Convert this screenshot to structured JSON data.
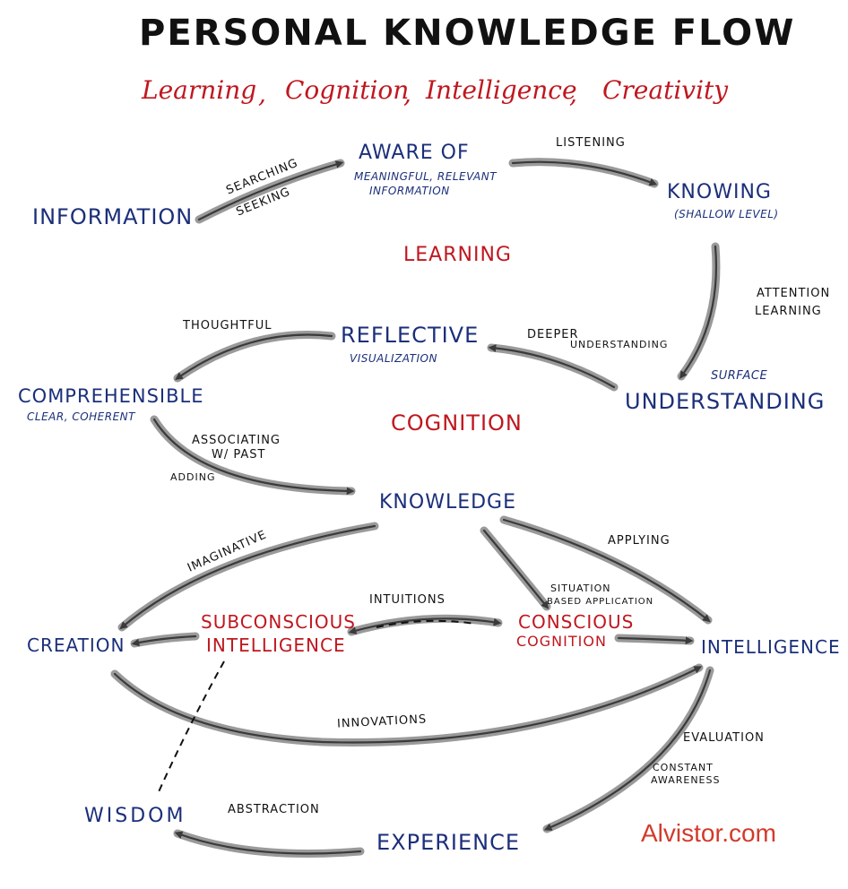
{
  "title": "PERSONAL KNOWLEDGE FLOW",
  "subtitle": {
    "items": [
      "Learning",
      ",",
      "Cognition",
      ",",
      "Intelligence",
      ",",
      "Creativity"
    ]
  },
  "sections": {
    "learning": "LEARNING",
    "cognition": "COGNITION"
  },
  "nodes": {
    "information": "INFORMATION",
    "aware_of": "AWARE OF",
    "aware_of_note": [
      "MEANINGFUL, RELEVANT",
      "INFORMATION"
    ],
    "knowing": "KNOWING",
    "knowing_note": "(SHALLOW LEVEL)",
    "understanding": "UNDERSTANDING",
    "understanding_note": "SURFACE",
    "reflective": "REFLECTIVE",
    "reflective_note": "VISUALIZATION",
    "comprehensible": "COMPREHENSIBLE",
    "comprehensible_note": "CLEAR, COHERENT",
    "knowledge": "KNOWLEDGE",
    "creation": "CREATION",
    "subconscious": [
      "SUBCONSCIOUS",
      "INTELLIGENCE"
    ],
    "conscious": [
      "CONSCIOUS",
      "COGNITION"
    ],
    "intelligence": "INTELLIGENCE",
    "wisdom": "WISDOM",
    "experience": "EXPERIENCE"
  },
  "edge_labels": {
    "searching": "SEARCHING",
    "seeking": "SEEKING",
    "listening": "LISTENING",
    "attention": "ATTENTION",
    "learning_lbl": "LEARNING",
    "deeper": "DEEPER",
    "understanding_lbl": "UNDERSTANDING",
    "thoughtful": "THOUGHTFUL",
    "associating": "ASSOCIATING",
    "w_past": "W/ PAST",
    "adding": "ADDING",
    "imaginative": "IMAGINATIVE",
    "applying": "APPLYING",
    "intuitions": "INTUITIONS",
    "situation": "SITUATION",
    "based_application": "BASED APPLICATION",
    "innovations": "INNOVATIONS",
    "evaluation": "EVALUATION",
    "constant": "CONSTANT",
    "awareness": "AWARENESS",
    "abstraction": "ABSTRACTION"
  },
  "brand": "Alvistor.com",
  "colors": {
    "node_blue": "#1b2f7a",
    "accent_red": "#c0171f",
    "arrow_gray": "#9a9a9a",
    "brand_red": "#d23a2a"
  }
}
